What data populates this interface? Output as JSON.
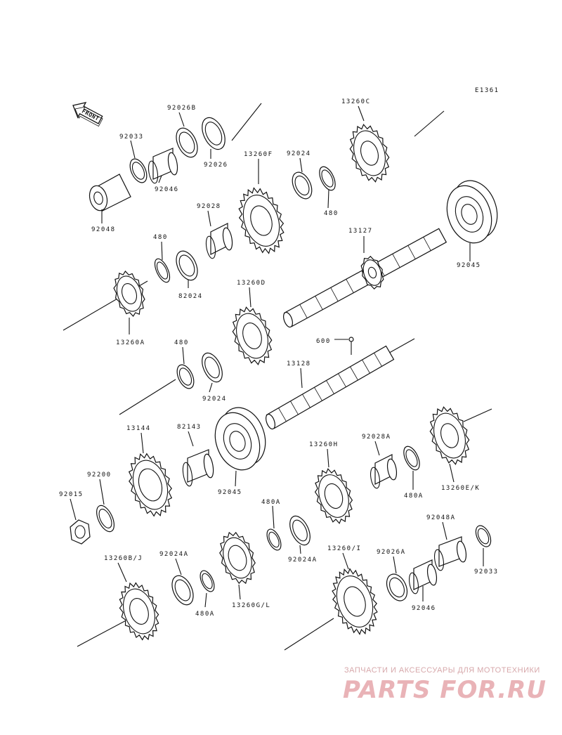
{
  "diagram": {
    "code": "E1361",
    "front_label": "FRONT",
    "labels": {
      "p92026B": "92026B",
      "p92033_top": "92033",
      "p92026": "92026",
      "p92046_top": "92046",
      "p92048": "92048",
      "p13260C": "13260C",
      "p92024_top": "92024",
      "p480_top": "480",
      "p13260F": "13260F",
      "p92028": "92028",
      "p13127": "13127",
      "p92045_top": "92045",
      "p480_left": "480",
      "p82024": "82024",
      "p13260A": "13260A",
      "p13260D": "13260D",
      "p600": "600",
      "p480_mid": "480",
      "p13128": "13128",
      "p92024_mid": "92024",
      "p13144": "13144",
      "p82143": "82143",
      "p92045_mid": "92045",
      "p13260H": "13260H",
      "p92028A": "92028A",
      "p13260EK": "13260E/K",
      "p480A_right": "480A",
      "p92200": "92200",
      "p92015": "92015",
      "p480A_mid": "480A",
      "p92024A_mid": "92024A",
      "p92048A": "92048A",
      "p13260BJ": "13260B/J",
      "p92024A_left": "92024A",
      "p480A_low": "480A",
      "p13260GL": "13260G/L",
      "p13260I": "13260/I",
      "p92026A": "92026A",
      "p92033_low": "92033",
      "p92046_low": "92046"
    }
  },
  "watermark": {
    "tagline": "ЗАПЧАСТИ И АКСЕССУАРЫ ДЛЯ МОТОТЕХНИКИ",
    "logo": "PARTS FOR.RU"
  }
}
